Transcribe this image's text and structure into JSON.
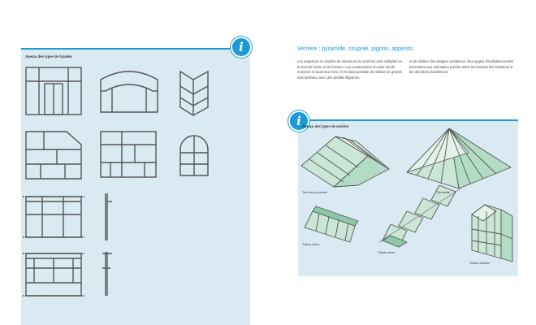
{
  "left_page": {
    "box_title": "Aperçu des types de façades"
  },
  "right_page": {
    "heading": "Verrière : pyramide, coupole, pignon, appentis",
    "paragraph_left": "Les exigences en matière de toitures et de verrières sont multiples en termes de forme et de fonction. Les constructions en acier soudé montrent ici toute leur force. Il est ainsi possible de réaliser de grands toits lumineux avec des profilés filigranes,",
    "paragraph_right": "et de réaliser des designs complexes. Des angles d'inclinaison testés permettent une orientation précise selon les besoins des habitants et les directives du bâtiment.",
    "box_title": "Aperçu des types de verrière",
    "captions": {
      "two_slope": "Toit à deux pentes",
      "pyramid": "Pyramide",
      "shed": "Toiture shed",
      "shed2": "Toiture shed",
      "lean_to": "Toiture inclinée"
    }
  },
  "icons": {
    "info_symbol": "i",
    "accent_color": "#1a9ad6",
    "panel_color": "#d9eaf3"
  }
}
